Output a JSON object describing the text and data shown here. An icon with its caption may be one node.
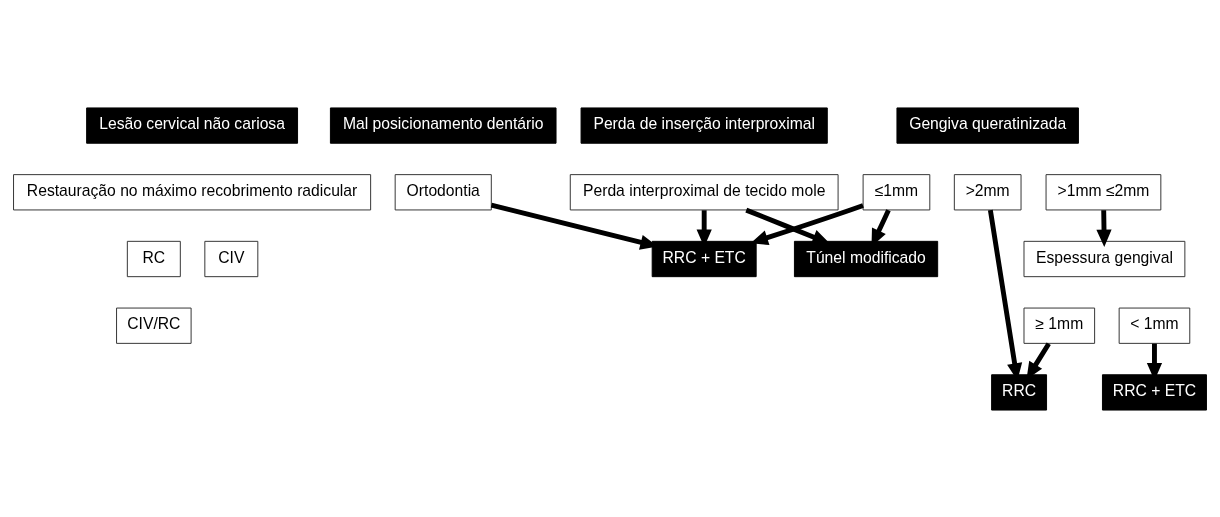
{
  "diagram": {
    "nodes": [
      {
        "text": [
          "Lesão cervical não cariosa"
        ]
      },
      {
        "text": [
          "Perda de inserção interproximal"
        ]
      },
      {
        "text": [
          "Mal posicionamento dentário"
        ]
      },
      {
        "text": [
          "Gengiva queratinizada"
        ]
      },
      {
        "text": [
          "Restauração no máximo recobrimento radicular"
        ]
      },
      {
        "text": [
          "RC"
        ]
      },
      {
        "text": [
          "CIV"
        ]
      },
      {
        "text": [
          "CIV/RC"
        ]
      },
      {
        "text": [
          "Perda interproximal de tecido mole"
        ]
      },
      {
        "text": [
          "Ortodontia"
        ]
      },
      {
        "text": [
          "≤1mm"
        ]
      },
      {
        "text": [
          ">1mm ≤2mm"
        ]
      },
      {
        "text": [
          ">2mm"
        ]
      },
      {
        "text": [
          "RRC + ETC"
        ]
      },
      {
        "text": [
          "Espessura gengival"
        ]
      },
      {
        "text": [
          "< 1mm"
        ]
      },
      {
        "text": [
          "≥ 1mm"
        ]
      },
      {
        "text": [
          "Túnel modificado"
        ]
      },
      {
        "text": [
          "RRC + ETC"
        ]
      },
      {
        "text": [
          "RRC"
        ]
      }
    ],
    "edges": [
      {
        "from": 8,
        "to": 17,
        "arrow": "to"
      },
      {
        "from": 8,
        "to": 13,
        "arrow": "to"
      },
      {
        "from": 9,
        "to": 13,
        "arrow": "to"
      },
      {
        "from": 11,
        "to": 14,
        "arrow": "to"
      },
      {
        "from": 10,
        "to": 13,
        "arrow": "to"
      },
      {
        "from": 10,
        "to": 17,
        "arrow": "to"
      },
      {
        "from": 15,
        "to": 18,
        "arrow": "to"
      },
      {
        "from": 16,
        "to": 19,
        "arrow": "to"
      },
      {
        "from": 12,
        "to": 19,
        "arrow": "to"
      }
    ]
  }
}
